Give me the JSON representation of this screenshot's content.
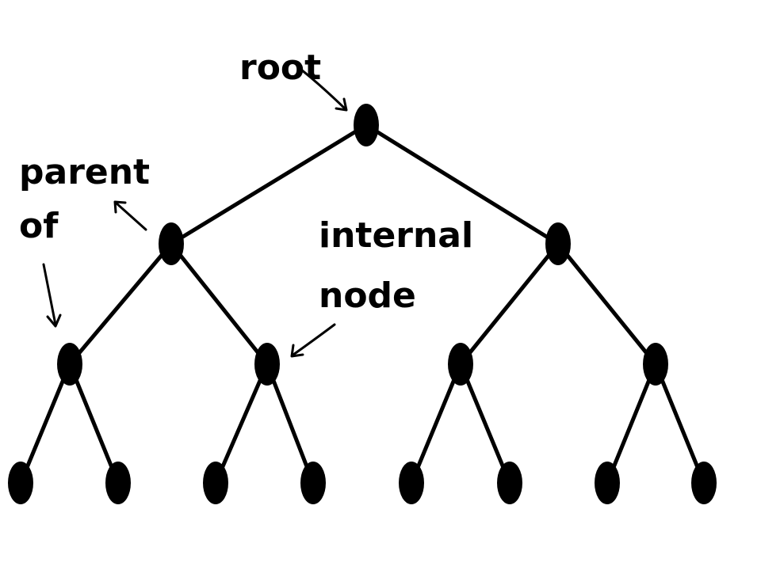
{
  "labels": {
    "root": "root",
    "parent_line1": "parent",
    "parent_line2": "of",
    "internal_line1": "internal",
    "internal_line2": "node"
  },
  "colors": {
    "ink": "#000000",
    "background": "#ffffff"
  },
  "tree": {
    "type": "binary-tree",
    "levels": 4,
    "node_count": 15,
    "leaf_count": 8
  }
}
